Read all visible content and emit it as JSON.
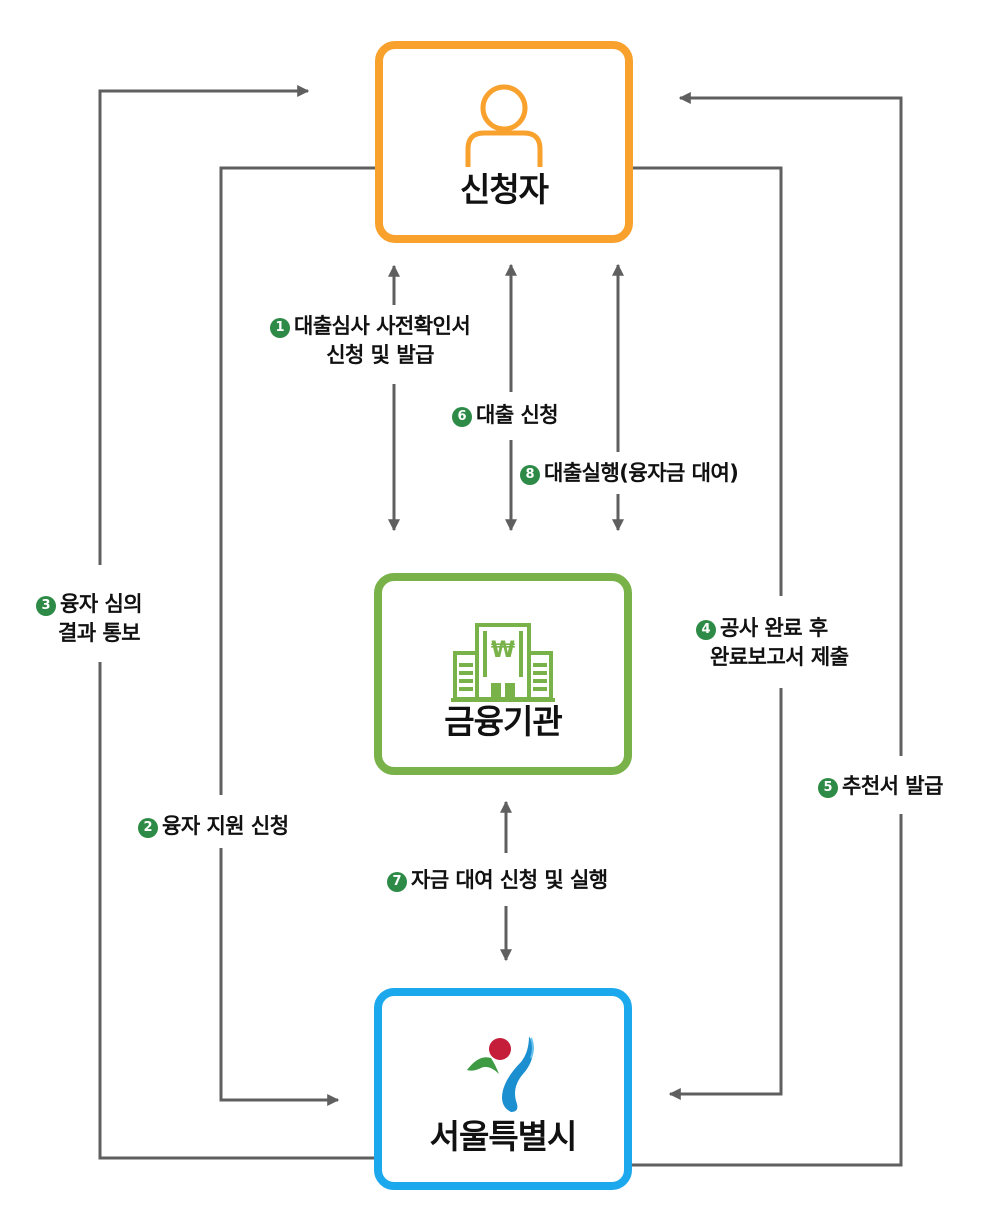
{
  "colors": {
    "applicant_border": "#f9a12d",
    "bank_border": "#7ab24a",
    "seoul_border": "#1ba8ec",
    "arrow": "#5f5f5f",
    "badge": "#2e8b47"
  },
  "nodes": {
    "applicant": {
      "label": "신청자",
      "icon": "person-icon"
    },
    "bank": {
      "label": "금융기관",
      "icon": "bank-building-icon",
      "icon_symbol": "₩"
    },
    "seoul": {
      "label": "서울특별시",
      "icon": "seoul-logo-icon"
    }
  },
  "steps": [
    {
      "number": "1",
      "line1": "대출심사 사전확인서",
      "line2": "신청 및 발급"
    },
    {
      "number": "2",
      "line1": "융자 지원 신청"
    },
    {
      "number": "3",
      "line1": "융자 심의",
      "line2": "결과 통보"
    },
    {
      "number": "4",
      "line1": "공사 완료 후",
      "line2": "완료보고서 제출"
    },
    {
      "number": "5",
      "line1": "추천서 발급"
    },
    {
      "number": "6",
      "line1": "대출 신청"
    },
    {
      "number": "7",
      "line1": "자금 대여 신청 및 실행"
    },
    {
      "number": "8",
      "line1": "대출실행(융자금 대여)"
    }
  ]
}
